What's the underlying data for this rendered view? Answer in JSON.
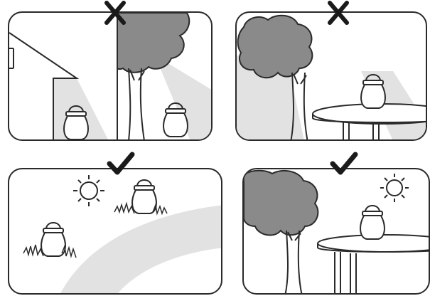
{
  "colors": {
    "outline": "#2a2a2a",
    "shadow_light": "#e2e2e2",
    "foliage_dark": "#8a8a8a",
    "foliage_light": "#b6b6b6",
    "background": "#ffffff"
  },
  "panels": [
    {
      "id": "house-and-tree",
      "verdict": "incorrect",
      "mark_icon": "cross-icon"
    },
    {
      "id": "tree-and-table",
      "verdict": "incorrect",
      "mark_icon": "cross-icon"
    },
    {
      "id": "sunny-lawn",
      "verdict": "correct",
      "mark_icon": "check-icon"
    },
    {
      "id": "table-in-sun",
      "verdict": "correct",
      "mark_icon": "check-icon"
    }
  ]
}
